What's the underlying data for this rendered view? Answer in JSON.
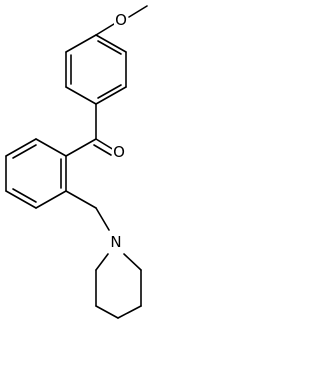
{
  "molecule": {
    "atom_labels": {
      "methoxy_oxygen": "O",
      "carbonyl_oxygen": "O",
      "piperidine_nitrogen": "N"
    },
    "colors": {
      "bond": "#000000",
      "label": "#000000",
      "background": "#ffffff"
    }
  }
}
